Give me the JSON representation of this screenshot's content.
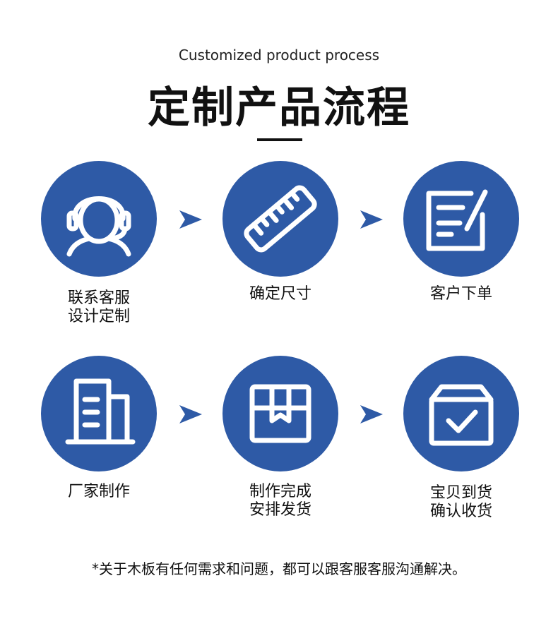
{
  "header": {
    "subtitle": "Customized product process",
    "title": "定制产品流程"
  },
  "steps": [
    {
      "icon": "headset-agent-icon",
      "line1": "联系客服",
      "line2": "设计定制"
    },
    {
      "icon": "ruler-icon",
      "line1": "确定尺寸",
      "line2": ""
    },
    {
      "icon": "order-form-icon",
      "line1": "客户下单",
      "line2": ""
    },
    {
      "icon": "factory-building-icon",
      "line1": "厂家制作",
      "line2": ""
    },
    {
      "icon": "package-box-icon",
      "line1": "制作完成",
      "line2": "安排发货"
    },
    {
      "icon": "checked-box-icon",
      "line1": "宝贝到货",
      "line2": "确认收货"
    }
  ],
  "footer": {
    "note": "*关于木板有任何需求和问题，都可以跟客服客服沟通解决。"
  },
  "colors": {
    "circle": "#2e5aa6",
    "arrow": "#2e5aa6",
    "text": "#111111"
  }
}
